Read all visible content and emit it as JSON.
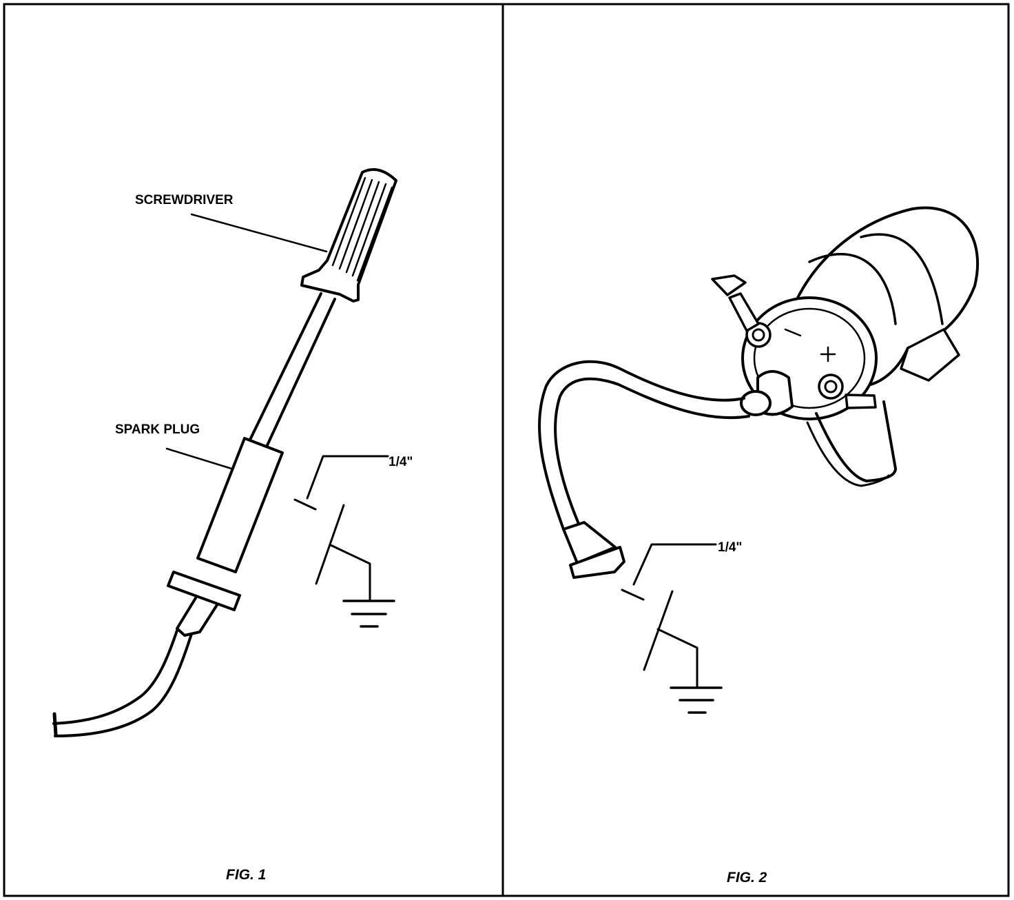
{
  "figure1": {
    "caption": "FIG. 1",
    "labels": {
      "screwdriver": "SCREWDRIVER",
      "spark_plug": "SPARK PLUG",
      "gap": "1/4\""
    }
  },
  "figure2": {
    "caption": "FIG. 2",
    "labels": {
      "gap": "1/4\""
    }
  },
  "colors": {
    "ink": "#000000",
    "paper": "#ffffff"
  }
}
